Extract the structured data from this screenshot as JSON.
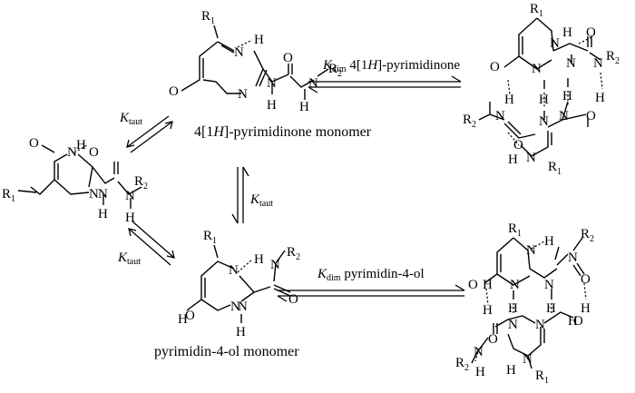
{
  "atoms": {
    "R1": "R",
    "R1_sub": "1",
    "R2": "R",
    "R2_sub": "2",
    "N": "N",
    "H": "H",
    "O": "O"
  },
  "labels": {
    "kdim_pyrimidinone": {
      "k": "K",
      "sub": "dim",
      "text_pre": " 4[1",
      "text_italic": "H",
      "text_post": "]-pyrimidinone"
    },
    "kdim_pyrimidinol": {
      "k": "K",
      "sub": "dim",
      "text": " pyrimidin-4-ol"
    },
    "ktaut": {
      "k": "K",
      "sub": "taut"
    },
    "pyrimidinone_monomer": {
      "text_pre": "4[1",
      "text_italic": "H",
      "text_post": "]-pyrimidinone monomer"
    },
    "pyrimidinol_monomer": "pyrimidin-4-ol monomer"
  }
}
